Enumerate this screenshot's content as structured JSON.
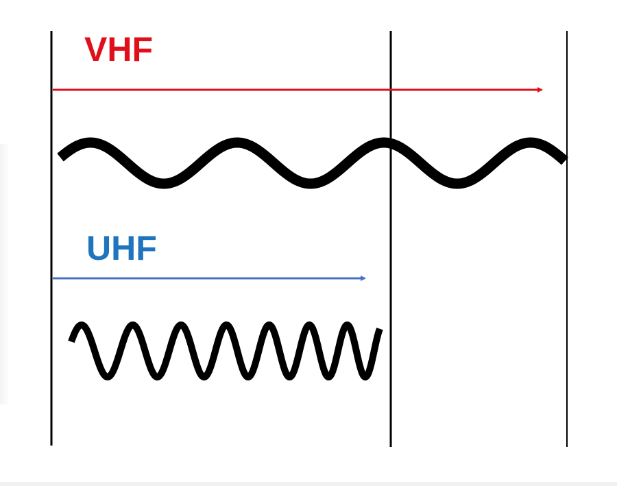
{
  "diagram": {
    "vhf": {
      "label": "VHF",
      "color": "#e0101a",
      "arrow_color": "#e0101a",
      "wave_cycles": 3.5
    },
    "uhf": {
      "label": "UHF",
      "color": "#1f74bd",
      "arrow_color": "#4472c4",
      "wave_cycles": 7
    }
  }
}
